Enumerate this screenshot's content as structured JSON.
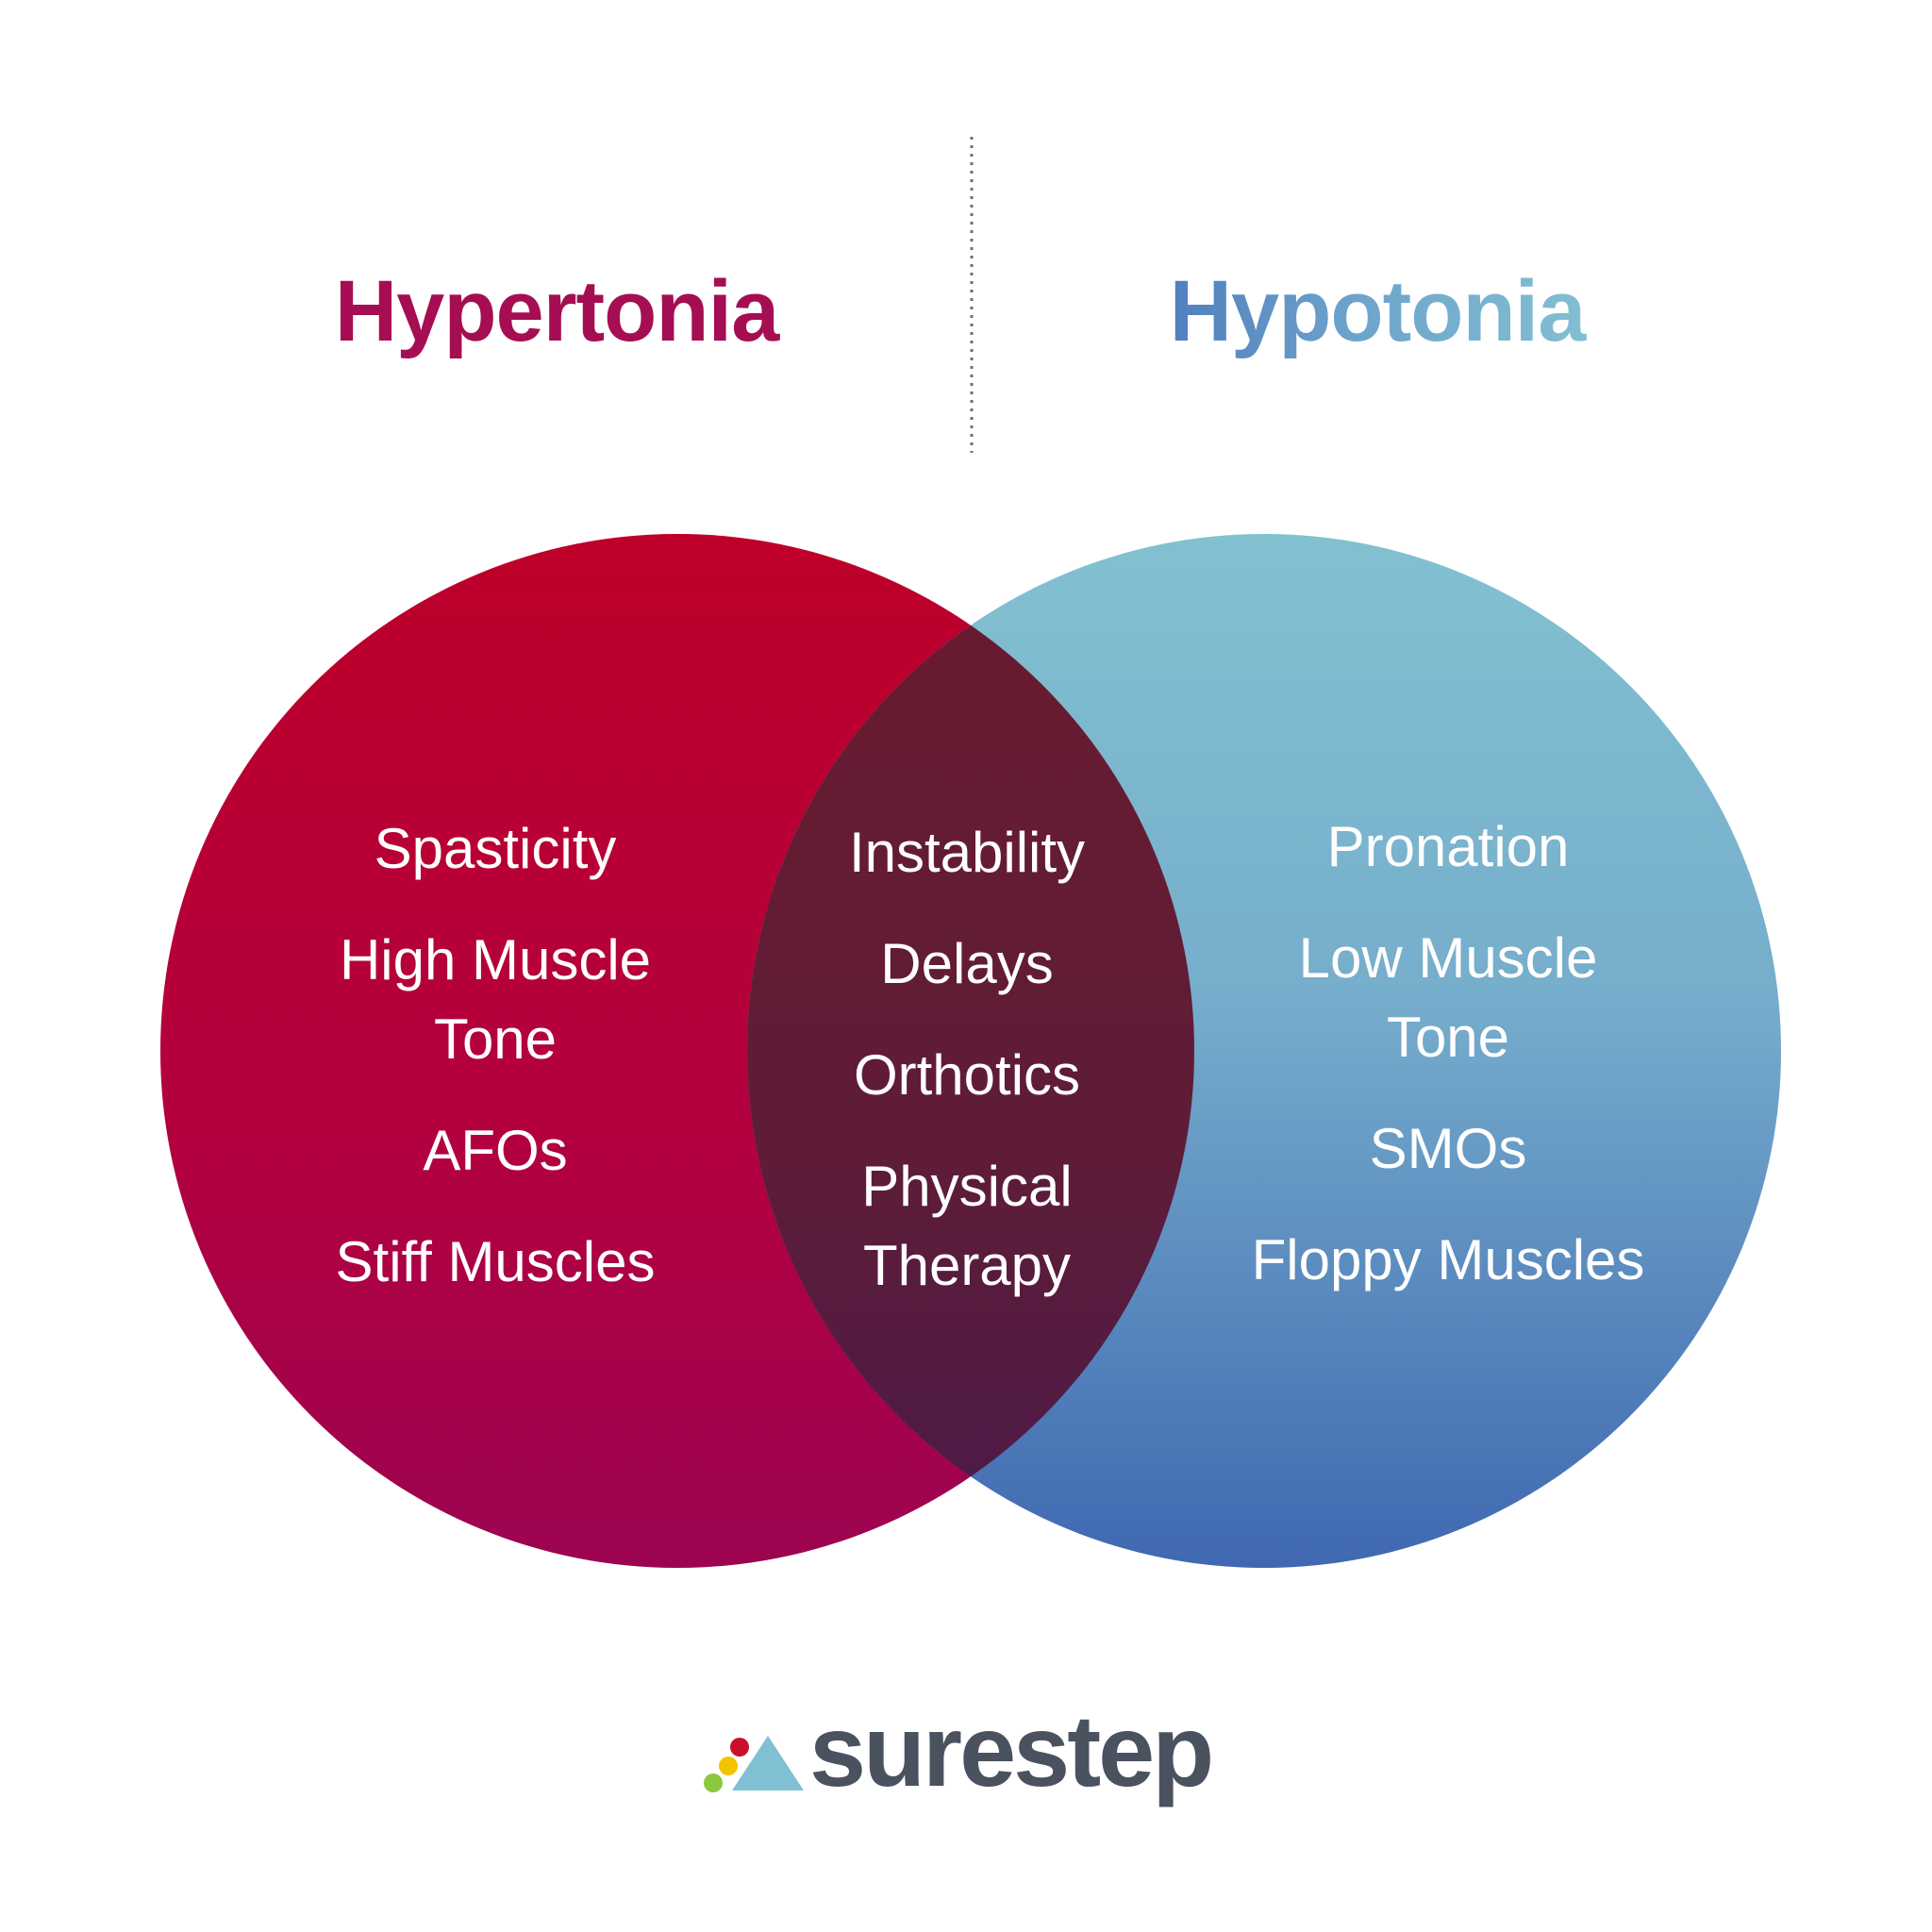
{
  "headings": {
    "left": "Hypertonia",
    "right": "Hypotonia"
  },
  "colors": {
    "hypertonia_top": "#be0029",
    "hypertonia_bottom": "#9c0451",
    "hypotonia_top": "#82c1d0",
    "hypotonia_bottom": "#3f68b1",
    "overlap": "#5e1c36",
    "item_text": "#ffffff",
    "logo_text": "#4a5260"
  },
  "hypertonia_items": {
    "i1": "Spasticity",
    "i2a": "High Muscle",
    "i2b": "Tone",
    "i3": "AFOs",
    "i4": "Stiff Muscles"
  },
  "shared_items": {
    "i1": "Instability",
    "i2": "Delays",
    "i3": "Orthotics",
    "i4a": "Physical",
    "i4b": "Therapy"
  },
  "hypotonia_items": {
    "i1": "Pronation",
    "i2a": "Low Muscle",
    "i2b": "Tone",
    "i3": "SMOs",
    "i4": "Floppy Muscles"
  },
  "logo": {
    "wordmark": "surestep"
  }
}
